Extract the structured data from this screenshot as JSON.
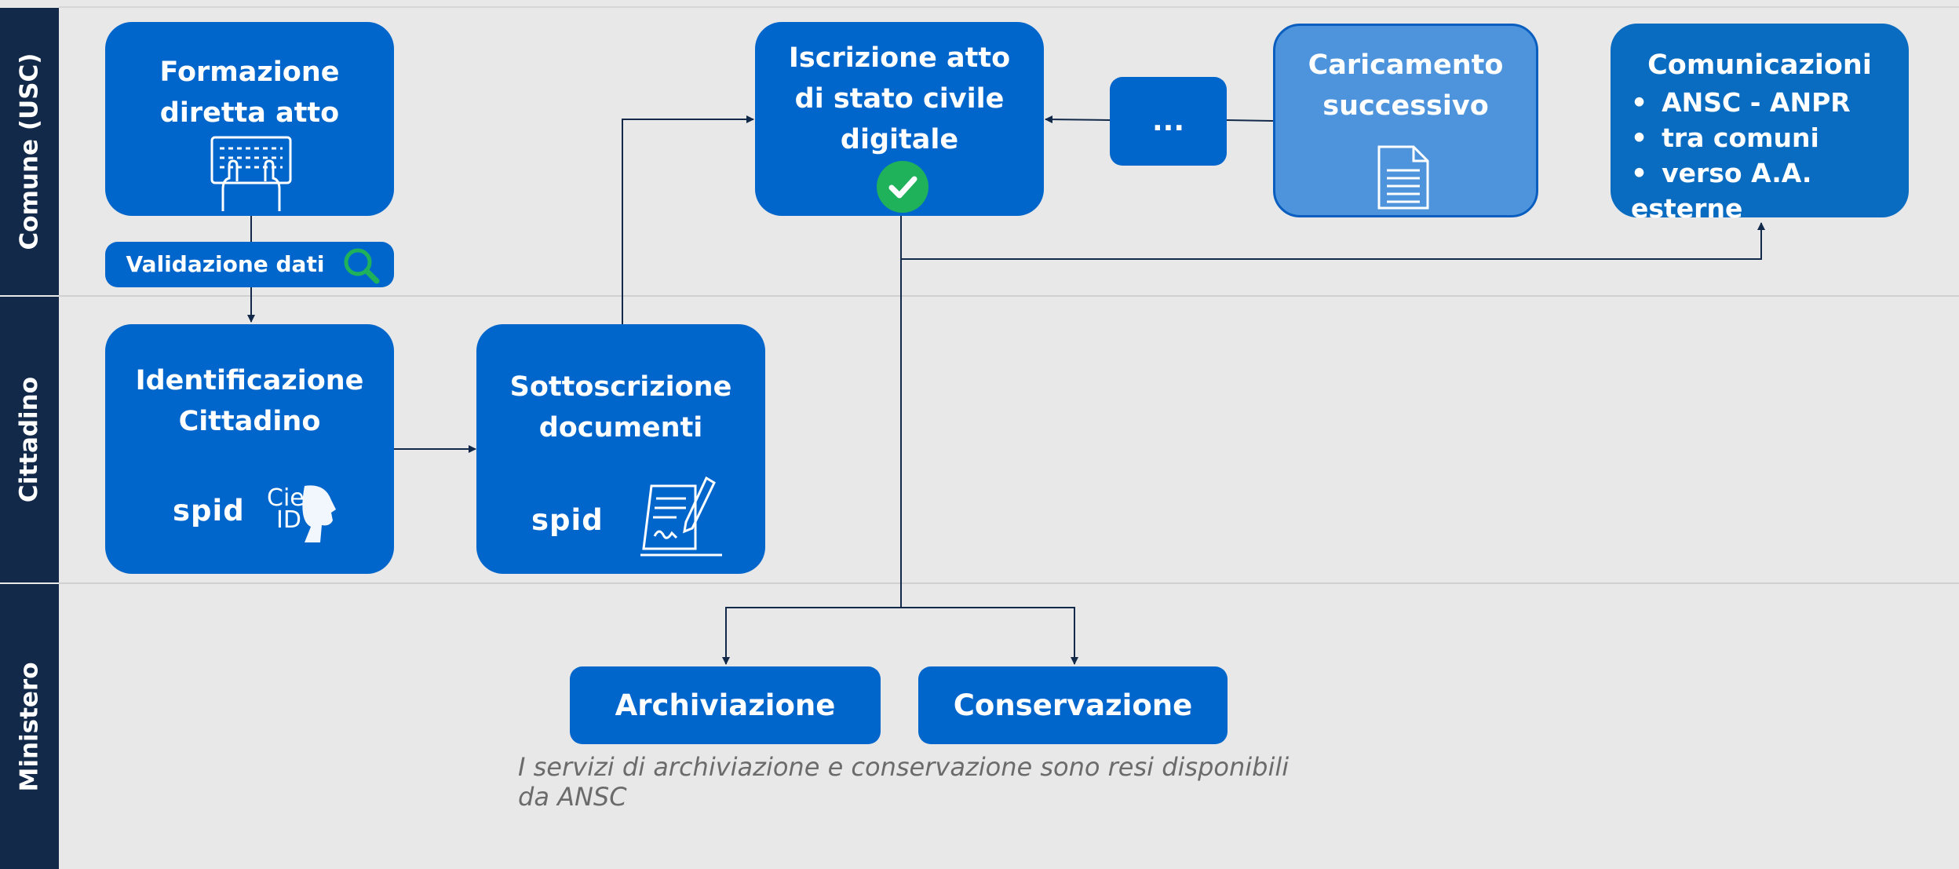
{
  "lanes": [
    {
      "label": "Comune (USC)"
    },
    {
      "label": "Cittadino"
    },
    {
      "label": "Ministero"
    }
  ],
  "boxes": {
    "formazione": {
      "lines": [
        "Formazione",
        "diretta atto"
      ],
      "icon": "typing-keyboard-icon"
    },
    "validazione": {
      "label": "Validazione dati",
      "icon": "magnifier-icon"
    },
    "identificazione": {
      "lines": [
        "Identificazione",
        "Cittadino"
      ],
      "logos": [
        "spid-logo",
        "cie-id-logo"
      ],
      "spid_text": "spid",
      "cie_text": [
        "Cie",
        "ID"
      ]
    },
    "sottoscrizione": {
      "lines": [
        "Sottoscrizione",
        "documenti"
      ],
      "logos": [
        "spid-logo",
        "signature-document-icon"
      ],
      "spid_text": "spid"
    },
    "iscrizione": {
      "lines": [
        "Iscrizione atto",
        "di stato civile",
        "digitale"
      ],
      "icon": "check-circle-icon"
    },
    "ellipsis": {
      "label": "..."
    },
    "caricamento": {
      "lines": [
        "Caricamento",
        "successivo"
      ],
      "icon": "document-icon"
    },
    "comunicazioni": {
      "title": "Comunicazioni",
      "items": [
        "ANSC - ANPR",
        "tra comuni",
        "verso A.A. esterne"
      ]
    },
    "archiviazione": {
      "label": "Archiviazione"
    },
    "conservazione": {
      "label": "Conservazione"
    }
  },
  "note": "I servizi di archiviazione e conservazione sono resi disponibili da ANSC",
  "colors": {
    "box": "#0066cc",
    "box_light": "#4d94dc",
    "lane_band": "#13294a",
    "background": "#e8e8e8",
    "arrow": "#13294a",
    "check_green": "#1fb25a"
  }
}
